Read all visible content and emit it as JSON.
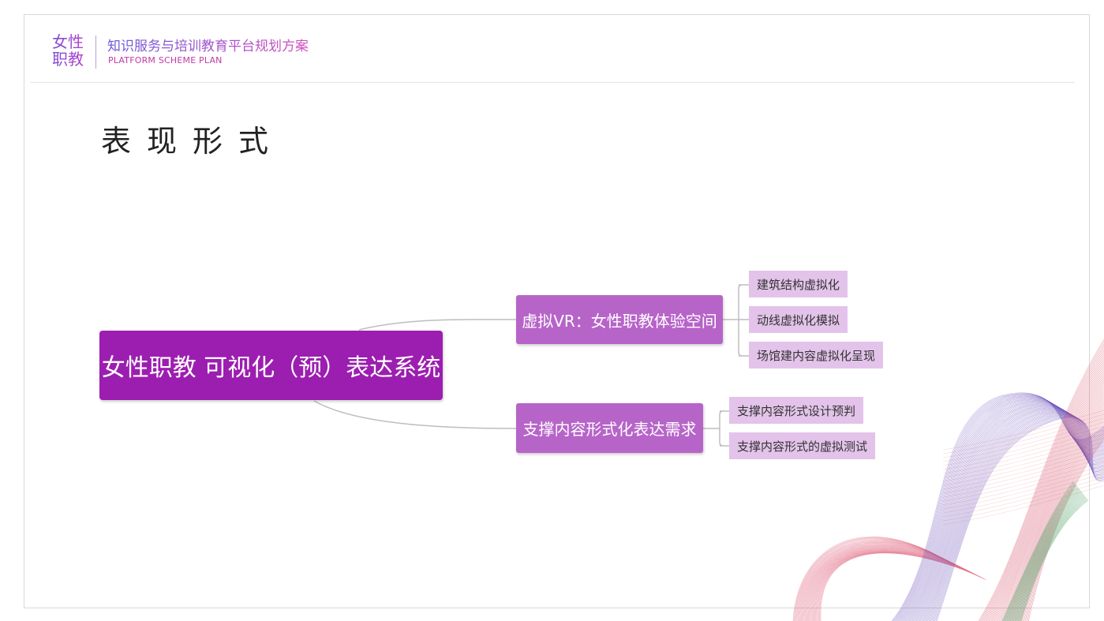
{
  "header": {
    "logo_line1": "女性",
    "logo_line2": "职教",
    "title": "知识服务与培训教育平台规划方案",
    "subtitle": "PLATFORM SCHEME PLAN"
  },
  "page_title": "表现形式",
  "mindmap": {
    "root": "女性职教 可视化（预）表达系统",
    "branches": [
      {
        "label": "虚拟VR：女性职教体验空间",
        "children": [
          "建筑结构虚拟化",
          "动线虚拟化模拟",
          "场馆建内容虚拟化呈现"
        ]
      },
      {
        "label": "支撑内容形式化表达需求",
        "children": [
          "支撑内容形式设计预判",
          "支撑内容形式的虚拟测试"
        ]
      }
    ]
  },
  "colors": {
    "root": "#9c1eb0",
    "branch": "#b764c9",
    "leaf": "#e3c3ea",
    "connector": "#bdbdbd"
  }
}
